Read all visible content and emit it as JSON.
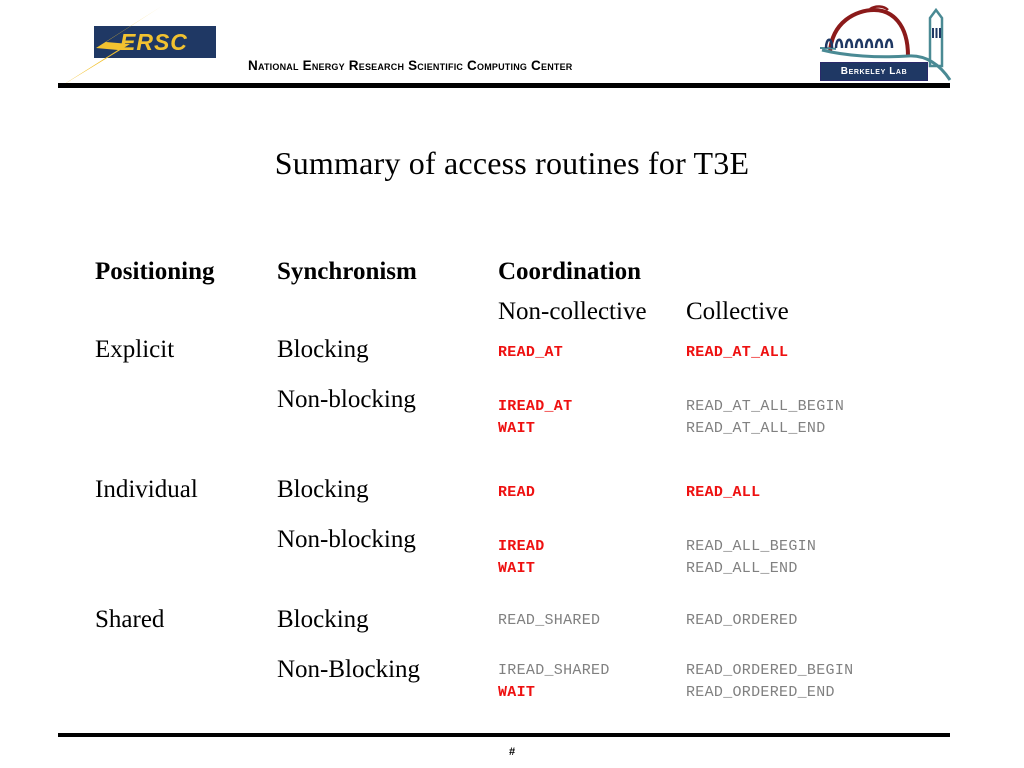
{
  "header": {
    "org_title": "National Energy Research Scientific Computing Center",
    "nersc_logo_text": "ERSC",
    "berkeley_logo_text": "Berkeley Lab"
  },
  "title": "Summary of access routines for T3E",
  "table": {
    "headers": {
      "positioning": "Positioning",
      "synchronism": "Synchronism",
      "coordination": "Coordination",
      "non_collective": "Non-collective",
      "collective": "Collective"
    },
    "rows": [
      {
        "positioning": "Explicit",
        "lines": [
          {
            "synchronism": "Blocking",
            "non_collective": [
              "READ_AT"
            ],
            "non_collective_style": [
              "red"
            ],
            "collective": [
              "READ_AT_ALL"
            ],
            "collective_style": [
              "red"
            ]
          },
          {
            "synchronism": "Non-blocking",
            "non_collective": [
              "IREAD_AT",
              "WAIT"
            ],
            "non_collective_style": [
              "red",
              "red"
            ],
            "collective": [
              "READ_AT_ALL_BEGIN",
              "READ_AT_ALL_END"
            ],
            "collective_style": [
              "gray",
              "gray"
            ]
          }
        ]
      },
      {
        "positioning": "Individual",
        "lines": [
          {
            "synchronism": "Blocking",
            "non_collective": [
              "READ"
            ],
            "non_collective_style": [
              "red"
            ],
            "collective": [
              "READ_ALL"
            ],
            "collective_style": [
              "red"
            ]
          },
          {
            "synchronism": "Non-blocking",
            "non_collective": [
              "IREAD",
              "WAIT"
            ],
            "non_collective_style": [
              "red",
              "red"
            ],
            "collective": [
              "READ_ALL_BEGIN",
              "READ_ALL_END"
            ],
            "collective_style": [
              "gray",
              "gray"
            ]
          }
        ]
      },
      {
        "positioning": "Shared",
        "lines": [
          {
            "synchronism": "Blocking",
            "non_collective": [
              "READ_SHARED"
            ],
            "non_collective_style": [
              "gray"
            ],
            "collective": [
              "READ_ORDERED"
            ],
            "collective_style": [
              "gray"
            ]
          },
          {
            "synchronism": "Non-Blocking",
            "non_collective": [
              "IREAD_SHARED",
              "WAIT"
            ],
            "non_collective_style": [
              "gray",
              "red"
            ],
            "collective": [
              "READ_ORDERED_BEGIN",
              "READ_ORDERED_END"
            ],
            "collective_style": [
              "gray",
              "gray"
            ]
          }
        ]
      }
    ]
  },
  "footer": {
    "page_number": "#"
  },
  "colors": {
    "red": "#ee1111",
    "gray": "#808080",
    "navy": "#1f3864",
    "gold": "#f2c230",
    "maroon": "#8b1a1a",
    "teal": "#4a8a94"
  }
}
